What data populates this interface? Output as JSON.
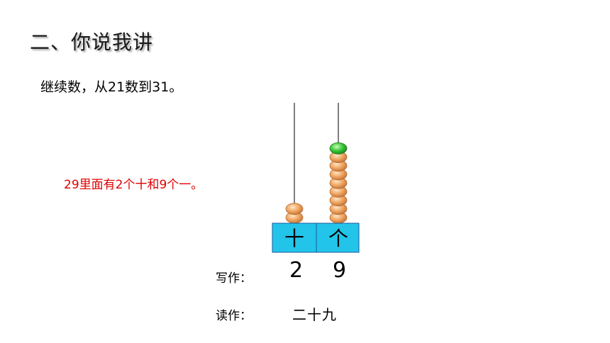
{
  "slide": {
    "title": "二、你说我讲",
    "instruction": "继续数，从21数到31。",
    "note": "29里面有2个十和9个一。"
  },
  "abacus": {
    "tens_label": "十",
    "ones_label": "个",
    "tens_beads": 2,
    "ones_beads": 9,
    "colors": {
      "frame": "#22c4ea",
      "bead": "#f0a864",
      "highlight_bead": "#3cc83c"
    }
  },
  "write": {
    "label": "写作：",
    "tens_digit": "2",
    "ones_digit": "9"
  },
  "read": {
    "label": "读作：",
    "value": "二十九"
  }
}
